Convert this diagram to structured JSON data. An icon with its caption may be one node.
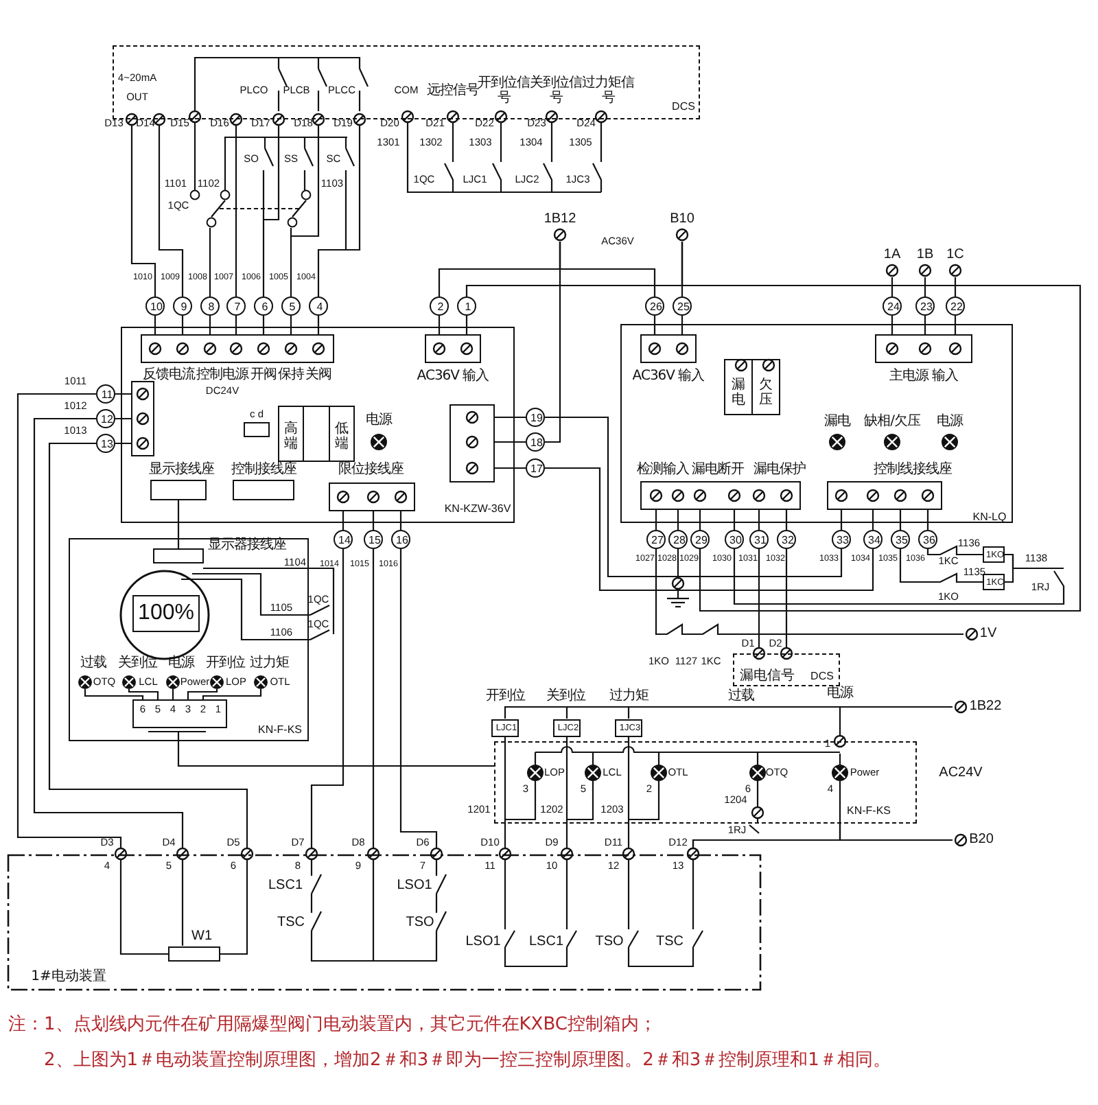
{
  "diagram": {
    "nodes": [
      {
        "text": [
          "DCS"
        ]
      },
      {
        "text": [
          "KN-KZW-36V"
        ]
      },
      {
        "text": [
          "KN-LQ"
        ]
      },
      {
        "text": [
          "KN-F-KS"
        ]
      },
      {
        "text": [
          "KN-F-KS"
        ],
        "beside": [
          "AC24V"
        ]
      },
      {
        "text": [
          "漏电信号",
          "DCS"
        ]
      },
      {
        "text": [
          "1#电动装置"
        ]
      },
      {
        "text": [
          "10"
        ]
      },
      {
        "text": [
          "9"
        ]
      },
      {
        "text": [
          "8"
        ]
      },
      {
        "text": [
          "7"
        ]
      },
      {
        "text": [
          "6"
        ]
      },
      {
        "text": [
          "5"
        ]
      },
      {
        "text": [
          "4"
        ]
      },
      {
        "text": [
          "2"
        ]
      },
      {
        "text": [
          "1"
        ]
      },
      {
        "text": [
          "26"
        ]
      },
      {
        "text": [
          "25"
        ]
      },
      {
        "text": [
          "24"
        ]
      },
      {
        "text": [
          "23"
        ]
      },
      {
        "text": [
          "22"
        ]
      },
      {
        "text": [
          "11"
        ]
      },
      {
        "text": [
          "12"
        ]
      },
      {
        "text": [
          "13"
        ]
      },
      {
        "text": [
          "19"
        ]
      },
      {
        "text": [
          "18"
        ]
      },
      {
        "text": [
          "17"
        ]
      },
      {
        "text": [
          "14"
        ]
      },
      {
        "text": [
          "15"
        ]
      },
      {
        "text": [
          "16"
        ]
      },
      {
        "text": [
          "27"
        ]
      },
      {
        "text": [
          "28"
        ]
      },
      {
        "text": [
          "29"
        ]
      },
      {
        "text": [
          "30"
        ]
      },
      {
        "text": [
          "31"
        ]
      },
      {
        "text": [
          "32"
        ]
      },
      {
        "text": [
          "33"
        ]
      },
      {
        "text": [
          "34"
        ]
      },
      {
        "text": [
          "35"
        ]
      },
      {
        "text": [
          "36"
        ]
      },
      {
        "text": [
          "1B12"
        ]
      },
      {
        "text": [
          "B10"
        ]
      },
      {
        "text": [
          "1A"
        ]
      },
      {
        "text": [
          "1B"
        ]
      },
      {
        "text": [
          "1C"
        ]
      },
      {
        "text": [
          "1V"
        ]
      },
      {
        "text": [
          "1B22"
        ]
      },
      {
        "text": [
          "B20"
        ]
      },
      {
        "text": [
          "LJC1"
        ]
      },
      {
        "text": [
          "LJC2"
        ]
      },
      {
        "text": [
          "1JC3"
        ]
      },
      {
        "text": [
          "1KO"
        ]
      },
      {
        "text": [
          "1KC"
        ]
      }
    ],
    "edges": [
      {
        "from": 1,
        "to": 3,
        "arrow": "none"
      },
      {
        "from": 3,
        "to": 4,
        "arrow": "none"
      },
      {
        "from": 7,
        "to": 0,
        "arrow": "other"
      },
      {
        "from": 8,
        "to": 0,
        "arrow": "other"
      },
      {
        "from": 10,
        "to": 0,
        "arrow": "other"
      },
      {
        "from": 11,
        "to": 0,
        "arrow": "other"
      },
      {
        "from": 12,
        "to": 0,
        "arrow": "other"
      },
      {
        "from": 13,
        "to": 0,
        "arrow": "other"
      },
      {
        "from": 7,
        "to": 1,
        "arrow": "none"
      },
      {
        "from": 8,
        "to": 1,
        "arrow": "none"
      },
      {
        "from": 9,
        "to": 1,
        "arrow": "none"
      },
      {
        "from": 10,
        "to": 1,
        "arrow": "none"
      },
      {
        "from": 11,
        "to": 1,
        "arrow": "none"
      },
      {
        "from": 12,
        "to": 1,
        "arrow": "none"
      },
      {
        "from": 13,
        "to": 1,
        "arrow": "none"
      },
      {
        "from": 14,
        "to": 1,
        "arrow": "none"
      },
      {
        "from": 15,
        "to": 1,
        "arrow": "none"
      },
      {
        "from": 16,
        "to": 2,
        "arrow": "none"
      },
      {
        "from": 17,
        "to": 2,
        "arrow": "none"
      },
      {
        "from": 18,
        "to": 2,
        "arrow": "none"
      },
      {
        "from": 19,
        "to": 2,
        "arrow": "none"
      },
      {
        "from": 20,
        "to": 2,
        "arrow": "none"
      },
      {
        "from": 40,
        "to": 14,
        "arrow": "none"
      },
      {
        "from": 40,
        "to": 16,
        "arrow": "none"
      },
      {
        "from": 40,
        "to": 25,
        "arrow": "none"
      },
      {
        "from": 41,
        "to": 17,
        "arrow": "none"
      },
      {
        "from": 41,
        "to": 15,
        "arrow": "none"
      },
      {
        "from": 41,
        "to": 32,
        "arrow": "none"
      },
      {
        "from": 42,
        "to": 18,
        "arrow": "none"
      },
      {
        "from": 43,
        "to": 19,
        "arrow": "none"
      },
      {
        "from": 44,
        "to": 20,
        "arrow": "none"
      },
      {
        "from": 21,
        "to": 1,
        "arrow": "none"
      },
      {
        "from": 22,
        "to": 1,
        "arrow": "none"
      },
      {
        "from": 23,
        "to": 1,
        "arrow": "none"
      },
      {
        "from": 21,
        "to": 6,
        "arrow": "other"
      },
      {
        "from": 22,
        "to": 6,
        "arrow": "other"
      },
      {
        "from": 23,
        "to": 6,
        "arrow": "other"
      },
      {
        "from": 24,
        "to": 1,
        "arrow": "none"
      },
      {
        "from": 25,
        "to": 1,
        "arrow": "none"
      },
      {
        "from": 26,
        "to": 1,
        "arrow": "none"
      },
      {
        "from": 24,
        "to": 36,
        "arrow": "none"
      },
      {
        "from": 26,
        "to": 37,
        "arrow": "none"
      },
      {
        "from": 27,
        "to": 1,
        "arrow": "none"
      },
      {
        "from": 28,
        "to": 1,
        "arrow": "none"
      },
      {
        "from": 29,
        "to": 1,
        "arrow": "none"
      },
      {
        "from": 27,
        "to": 6,
        "arrow": "other"
      },
      {
        "from": 28,
        "to": 6,
        "arrow": "other"
      },
      {
        "from": 29,
        "to": 6,
        "arrow": "other"
      },
      {
        "from": 30,
        "to": 2,
        "arrow": "none"
      },
      {
        "from": 31,
        "to": 2,
        "arrow": "none"
      },
      {
        "from": 32,
        "to": 2,
        "arrow": "none"
      },
      {
        "from": 33,
        "to": 2,
        "arrow": "none"
      },
      {
        "from": 34,
        "to": 2,
        "arrow": "none"
      },
      {
        "from": 35,
        "to": 2,
        "arrow": "none"
      },
      {
        "from": 36,
        "to": 2,
        "arrow": "none"
      },
      {
        "from": 37,
        "to": 2,
        "arrow": "none"
      },
      {
        "from": 38,
        "to": 2,
        "arrow": "none"
      },
      {
        "from": 39,
        "to": 2,
        "arrow": "none"
      },
      {
        "from": 34,
        "to": 5,
        "arrow": "other"
      },
      {
        "from": 35,
        "to": 5,
        "arrow": "other"
      },
      {
        "from": 46,
        "to": 48,
        "arrow": "none"
      },
      {
        "from": 46,
        "to": 49,
        "arrow": "none"
      },
      {
        "from": 46,
        "to": 50,
        "arrow": "none"
      },
      {
        "from": 46,
        "to": 4,
        "arrow": "other"
      },
      {
        "from": 47,
        "to": 6,
        "arrow": "other"
      },
      {
        "from": 51,
        "to": 52,
        "arrow": "none"
      },
      {
        "from": 4,
        "to": 6,
        "arrow": "other"
      },
      {
        "from": 48,
        "to": 4,
        "arrow": "none"
      },
      {
        "from": 4,
        "to": 6,
        "arrow": "other"
      },
      {
        "from": 49,
        "to": 4,
        "arrow": "none"
      },
      {
        "from": 4,
        "to": 6,
        "arrow": "other"
      },
      {
        "from": 50,
        "to": 4,
        "arrow": "none"
      },
      {
        "from": 4,
        "to": 47,
        "arrow": "none"
      },
      {
        "from": 4,
        "to": 6,
        "arrow": "other"
      },
      {
        "from": 30,
        "to": 45,
        "arrow": "none"
      },
      {
        "from": 38,
        "to": 52,
        "arrow": "none"
      },
      {
        "from": 39,
        "to": 51,
        "arrow": "none"
      },
      {
        "from": 33,
        "to": 51,
        "arrow": "none"
      }
    ],
    "labels": [
      "4~20mA",
      "OUT",
      "PLCO",
      "PLCB",
      "PLCC",
      "COM",
      "远控信号",
      "开到位信号",
      "关到位信号",
      "过力矩信号",
      "D13",
      "D14",
      "D15",
      "D16",
      "D17",
      "D18",
      "D19",
      "D20",
      "D21",
      "D22",
      "D23",
      "D24",
      "1301",
      "1302",
      "1303",
      "1304",
      "1305",
      "SO",
      "SS",
      "SC",
      "1QC",
      "LJC1",
      "LJC2",
      "1JC3",
      "1101",
      "1102",
      "1103",
      "1QC",
      "AC36V",
      "1010",
      "1009",
      "1008",
      "1007",
      "1006",
      "1005",
      "1004",
      "反馈电流",
      "控制电源",
      "开阀",
      "保持",
      "关阀",
      "AC36V 输入",
      "AC36V 输入",
      "主电源 输入",
      "1011",
      "漏电",
      "欠压",
      "DC24V",
      "1012",
      "c d",
      "电源",
      "漏电",
      "缺相/欠压",
      "电源",
      "1013",
      "高端",
      "低端",
      "显示接线座",
      "控制接线座",
      "限位接线座",
      "检测输入",
      "漏电断开",
      "漏电保护",
      "控制线接线座",
      "显示器接线座",
      "1136",
      "1104",
      "1014",
      "1015",
      "1016",
      "1027",
      "1028",
      "1029",
      "1030",
      "1031",
      "1032",
      "1033",
      "1034",
      "1035",
      "1036",
      "1KC",
      "1138",
      "1135",
      "1RJ",
      "1105",
      "1QC",
      "1KO",
      "100%",
      "1106",
      "1QC",
      "1KO",
      "1127",
      "1KC",
      "D1",
      "D2",
      "过载",
      "关到位",
      "电源",
      "开到位",
      "过力矩",
      "OTQ",
      "LCL",
      "Power",
      "LOP",
      "OTL",
      "6",
      "5",
      "4",
      "3",
      "2",
      "1",
      "开到位",
      "关到位",
      "过力矩",
      "过载",
      "电源",
      "1",
      "LOP",
      "LCL",
      "OTL",
      "OTQ",
      "Power",
      "3",
      "5",
      "2",
      "6",
      "4",
      "1204",
      "1201",
      "1202",
      "1203",
      "1RJ",
      "D3",
      "D4",
      "D5",
      "D7",
      "D8",
      "D6",
      "D10",
      "D9",
      "D11",
      "D12",
      "4",
      "5",
      "6",
      "8",
      "9",
      "7",
      "11",
      "10",
      "12",
      "13",
      "LSC1",
      "LSO1",
      "TSC",
      "TSO",
      "W1",
      "LSO1",
      "LSC1",
      "TSO",
      "TSC",
      "注：1、点划线内元件在矿用隔爆型阀门电动装置内，其它元件在KXBC控制箱内；",
      "2、上图为1＃电动装置控制原理图，增加2＃和3＃即为一控三控制原理图。2＃和3＃控制原理和1＃相同。"
    ]
  }
}
